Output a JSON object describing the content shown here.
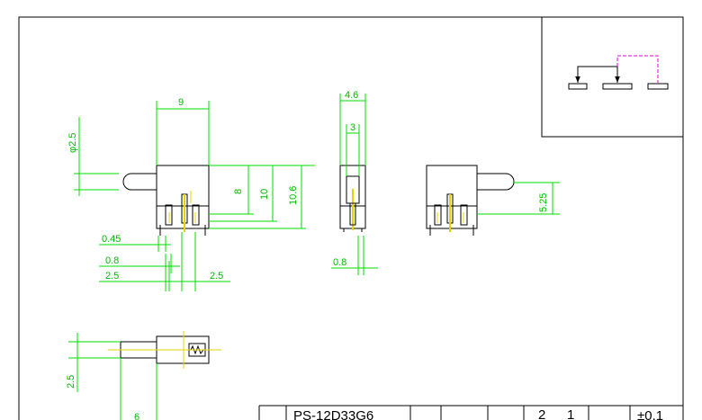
{
  "colors": {
    "outline": "#000000",
    "dimension": "#00dd00",
    "dimension_text": "#00bb00",
    "centerline": "#e6d400",
    "circuit_dashed": "#e000e0"
  },
  "dimensions": {
    "side_width": "9",
    "pin_dia": "φ2.5",
    "height_8": "8",
    "height_10": "10",
    "height_106": "10.6",
    "pitch_045": "0.45",
    "pitch_08": "0.8",
    "pitch_25_left": "2.5",
    "pitch_25_right": "2.5",
    "front_width": "4.6",
    "front_inner": "3",
    "front_pin": "0.8",
    "right_height": "5.25",
    "bottom_height": "2.5",
    "bottom_length": "6"
  },
  "title_block": {
    "part_number": "PS-12D33G6",
    "col_a": "2",
    "col_b": "1",
    "tolerance": "±0.1"
  }
}
